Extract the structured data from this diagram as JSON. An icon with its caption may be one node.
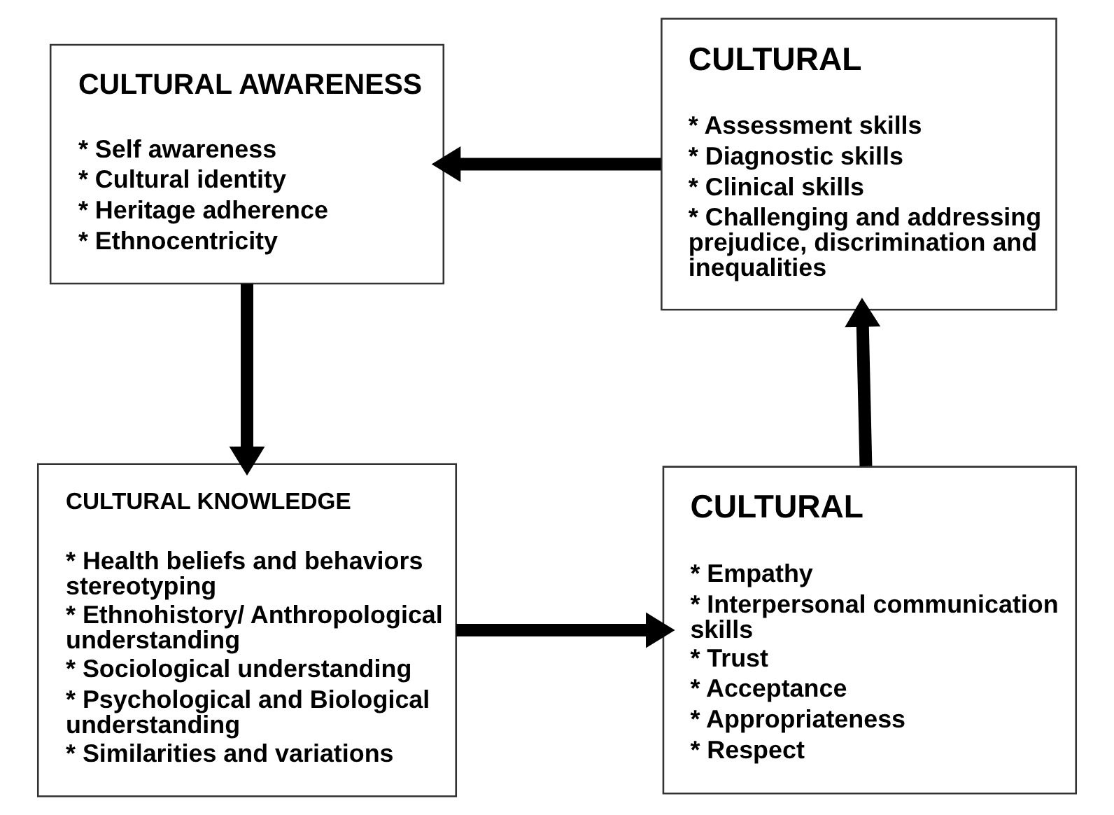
{
  "diagram": {
    "nodes": [
      {
        "text": [
          "CULTURAL AWARENESS",
          "* Self awareness",
          "* Cultural identity",
          "* Heritage adherence",
          "* Ethnocentricity"
        ]
      },
      {
        "text": [
          "CULTURAL",
          "* Assessment skills",
          "* Diagnostic skills",
          "* Clinical skills",
          "* Challenging and addressing prejudice, discrimination and inequalities"
        ]
      },
      {
        "text": [
          "CULTURAL KNOWLEDGE",
          "* Health beliefs and behaviors stereotyping",
          "* Ethnohistory/ Anthropological understanding",
          "* Sociological understanding",
          "* Psychological and Biological understanding",
          "* Similarities and variations"
        ]
      },
      {
        "text": [
          "CULTURAL",
          "* Empathy",
          "* Interpersonal communication skills",
          "* Trust",
          "* Acceptance",
          "* Appropriateness",
          "* Respect"
        ]
      }
    ],
    "edges": [
      {
        "from": 1,
        "to": 0,
        "arrow": "to"
      },
      {
        "from": 0,
        "to": 2,
        "arrow": "to"
      },
      {
        "from": 2,
        "to": 3,
        "arrow": "to"
      },
      {
        "from": 3,
        "to": 1,
        "arrow": "to"
      }
    ]
  }
}
